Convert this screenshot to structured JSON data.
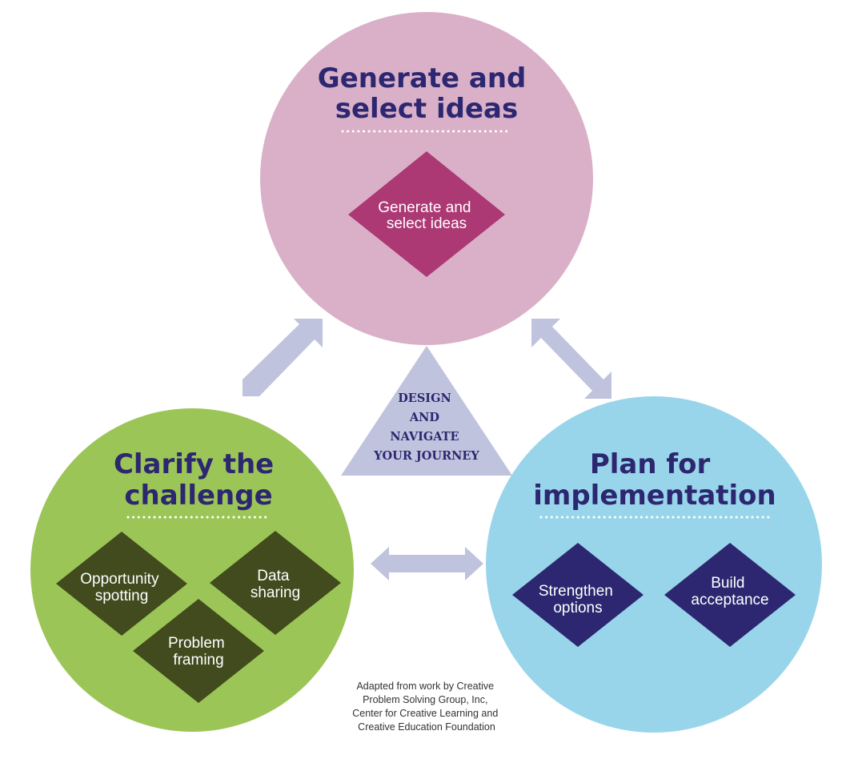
{
  "top": {
    "title_lines": [
      "Generate and",
      "select ideas"
    ],
    "color": "#d9b0c8",
    "diamond_color": "#ac3874",
    "diamonds": [
      {
        "lines": [
          "Generate and",
          "select ideas"
        ]
      }
    ]
  },
  "left": {
    "title_lines": [
      "Clarify the",
      "challenge"
    ],
    "color": "#9cc557",
    "diamond_color": "#414b1e",
    "diamonds": [
      {
        "lines": [
          "Opportunity",
          "spotting"
        ]
      },
      {
        "lines": [
          "Data",
          "sharing"
        ]
      },
      {
        "lines": [
          "Problem",
          "framing"
        ]
      }
    ]
  },
  "right": {
    "title_lines": [
      "Plan for",
      "implementation"
    ],
    "color": "#99d5ea",
    "diamond_color": "#2c2770",
    "diamonds": [
      {
        "lines": [
          "Strengthen",
          "options"
        ]
      },
      {
        "lines": [
          "Build",
          "acceptance"
        ]
      }
    ]
  },
  "center": {
    "lines": [
      "DESIGN",
      "AND",
      "NAVIGATE",
      "YOUR JOURNEY"
    ],
    "color": "#bfc3dd"
  },
  "arrow_color": "#bfc3dd",
  "title_color": "#2c2770",
  "credit": {
    "lines": [
      "Adapted from work by Creative",
      "Problem Solving Group, Inc,",
      "Center for Creative Learning and",
      "Creative Education Foundation"
    ]
  }
}
